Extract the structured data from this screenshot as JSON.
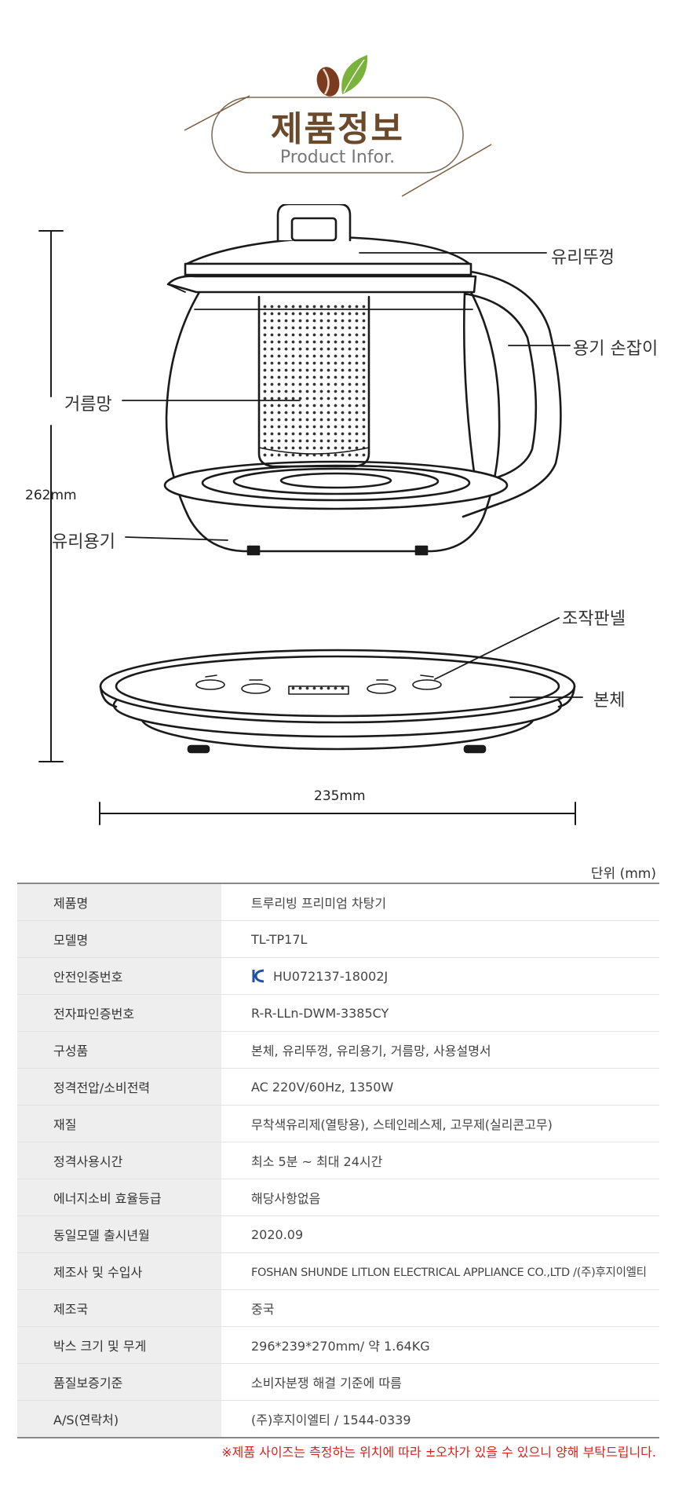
{
  "header": {
    "title_ko": "제품정보",
    "title_en": "Product Infor."
  },
  "diagram": {
    "callouts": {
      "lid": "유리뚜껑",
      "handle": "용기 손잡이",
      "strainer": "거름망",
      "glass_vessel": "유리용기",
      "control_panel": "조작판넬",
      "body": "본체"
    },
    "height_dimension": "262mm",
    "width_dimension": "235mm"
  },
  "unit_note": "단위 (mm)",
  "specs": [
    {
      "label": "제품명",
      "value": "트루리빙 프리미엄 차탕기"
    },
    {
      "label": "모델명",
      "value": "TL-TP17L"
    },
    {
      "label": "안전인증번호",
      "value": "HU072137-18002J"
    },
    {
      "label": "전자파인증번호",
      "value": "R-R-LLn-DWM-3385CY"
    },
    {
      "label": "구성품",
      "value": "본체, 유리뚜껑, 유리용기, 거름망, 사용설명서"
    },
    {
      "label": "정격전압/소비전력",
      "value": "AC 220V/60Hz, 1350W"
    },
    {
      "label": "재질",
      "value": "무착색유리제(열탕용), 스테인레스제, 고무제(실리콘고무)"
    },
    {
      "label": "정격사용시간",
      "value": "최소 5분 ~ 최대 24시간"
    },
    {
      "label": "에너지소비 효율등급",
      "value": "해당사항없음"
    },
    {
      "label": "동일모델 출시년월",
      "value": "2020.09"
    },
    {
      "label": "제조사 및 수입사",
      "value": "FOSHAN SHUNDE LITLON ELECTRICAL APPLIANCE CO.,LTD /(주)후지이엘티"
    },
    {
      "label": "제조국",
      "value": "중국"
    },
    {
      "label": "박스 크기 및 무게",
      "value": "296*239*270mm/ 약 1.64KG"
    },
    {
      "label": "품질보증기준",
      "value": "소비자분쟁 해결 기준에 따름"
    },
    {
      "label": "A/S(연락처)",
      "value": "(주)후지이엘티 / 1544-0339"
    }
  ],
  "notice": "※제품 사이즈는 측정하는 위치에 따라 ±오차가 있을 수 있으니 양해 부탁드립니다.",
  "colors": {
    "title_brown": "#6b4a2b",
    "leaf_green": "#7ab33b",
    "bean_brown": "#7a3b1e",
    "notice_red": "#d9211c"
  }
}
